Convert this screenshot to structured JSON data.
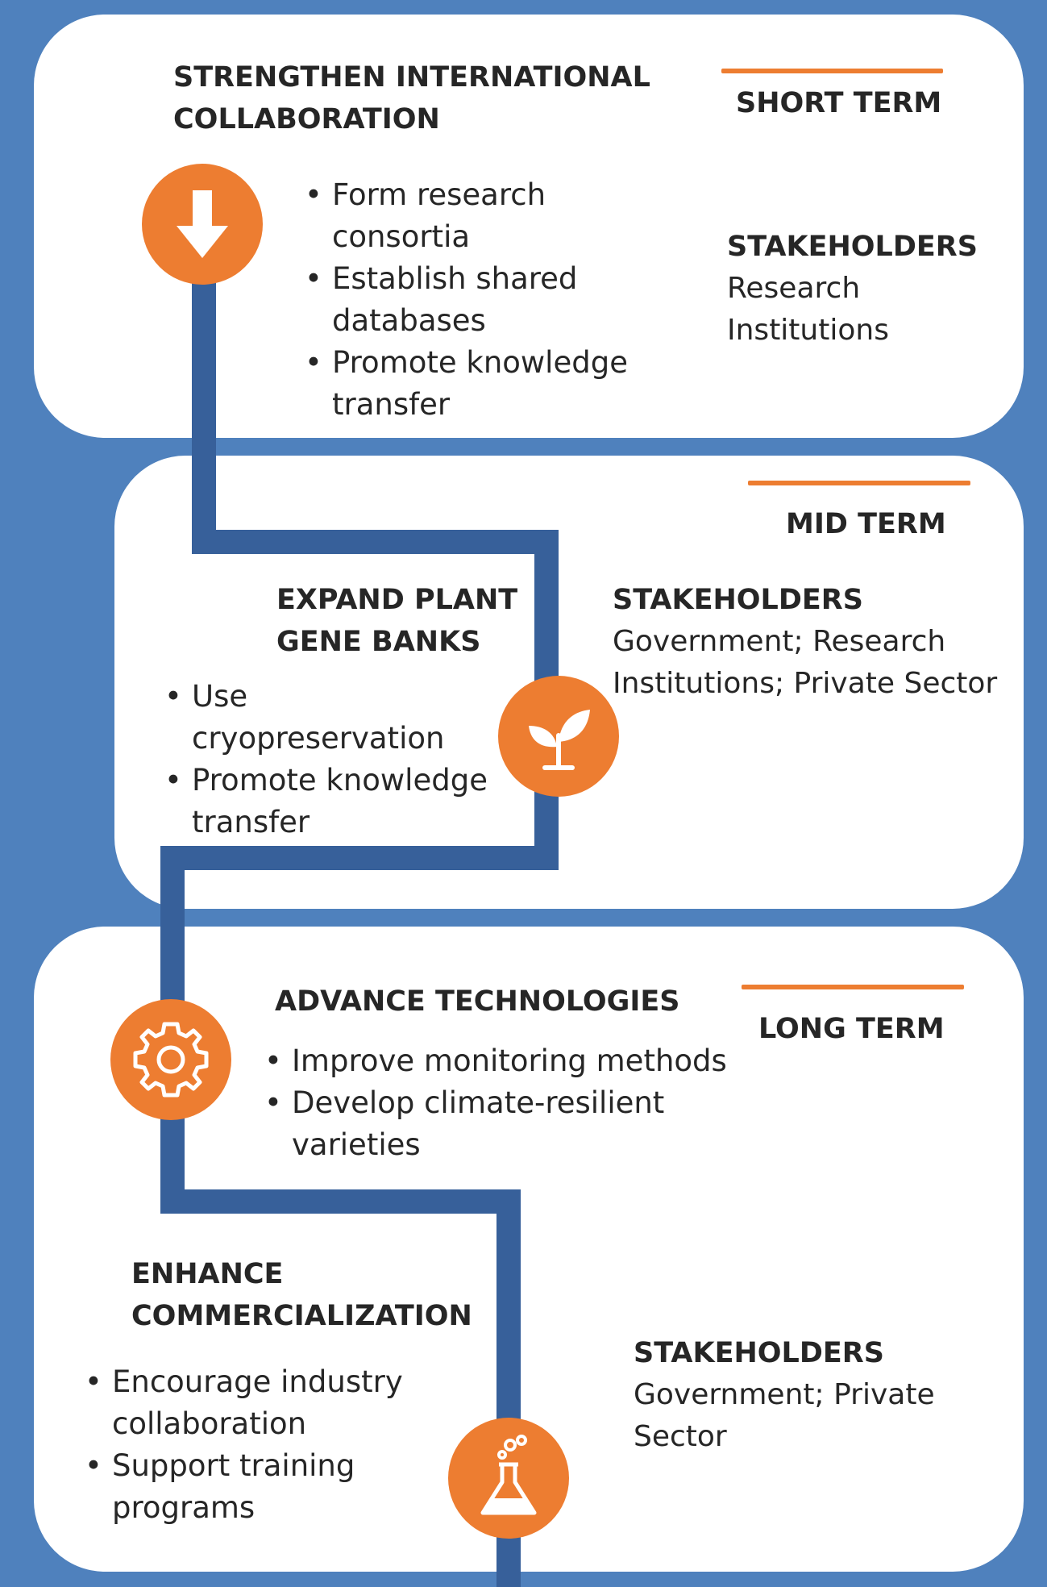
{
  "colors": {
    "background": "#4f81bd",
    "panel": "#ffffff",
    "path": "#37609a",
    "accent": "#ed7d31",
    "text": "#262626"
  },
  "short_term": {
    "term_label": "SHORT TERM",
    "action_title_lines": [
      "STRENGTHEN INTERNATIONAL",
      "COLLABORATION"
    ],
    "actions": [
      "Form research consortia",
      "Establish shared databases",
      "Promote knowledge transfer"
    ],
    "stakeholders_label": "STAKEHOLDERS",
    "stakeholders_lines": [
      "Research",
      "Institutions"
    ],
    "icon": "arrow-down-icon"
  },
  "mid_term": {
    "term_label": "MID TERM",
    "action_title_lines": [
      "EXPAND PLANT",
      "GENE BANKS"
    ],
    "actions": [
      "Use cryopreservation",
      "Promote knowledge transfer"
    ],
    "stakeholders_label": "STAKEHOLDERS",
    "stakeholders_lines": [
      "Government; Research",
      "Institutions; Private Sector"
    ],
    "icon": "plant-sprout-icon"
  },
  "long_term": {
    "term_label": "LONG TERM",
    "tech": {
      "action_title": "ADVANCE TECHNOLOGIES",
      "actions": [
        "Improve monitoring methods",
        "Develop climate-resilient varieties"
      ],
      "icon": "gear-icon"
    },
    "commercial": {
      "action_title_lines": [
        "ENHANCE",
        "COMMERCIALIZATION"
      ],
      "actions": [
        "Encourage industry collaboration",
        "Support training programs"
      ],
      "icon": "flask-icon"
    },
    "stakeholders_label": "STAKEHOLDERS",
    "stakeholders_lines": [
      "Government; Private",
      "Sector"
    ]
  }
}
